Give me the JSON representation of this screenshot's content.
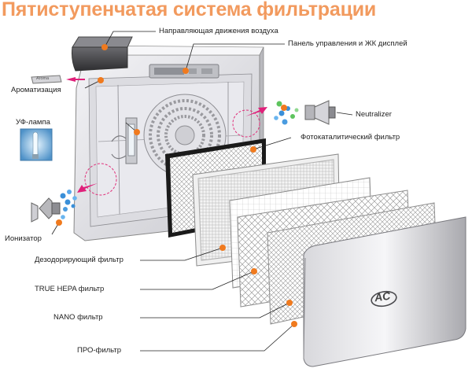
{
  "title": "Пятиступенчатая система фильтрации",
  "labels": {
    "air_guide": "Направляющая движения воздуха",
    "control_panel": "Панель управления и ЖК дисплей",
    "aroma": "Ароматизация",
    "uv_lamp": "УФ-лампа",
    "ionizer": "Ионизатор",
    "neutralizer": "Neutralizer",
    "photocatalytic": "Фотокаталитический фильтр",
    "deodorizing": "Дезодорирующий фильтр",
    "true_hepa": "TRUE HEPA фильтр",
    "nano": "NANO фильтр",
    "pre_filter": "ПРО-фильтр"
  },
  "aroma_cartridge_text": "Aroma",
  "logo_text": "AC",
  "colors": {
    "title": "#f29a5e",
    "marker": "#f07a1e",
    "arrow": "#e0207a",
    "body": "#e6e6ea",
    "ion": "#3a8fd8"
  }
}
